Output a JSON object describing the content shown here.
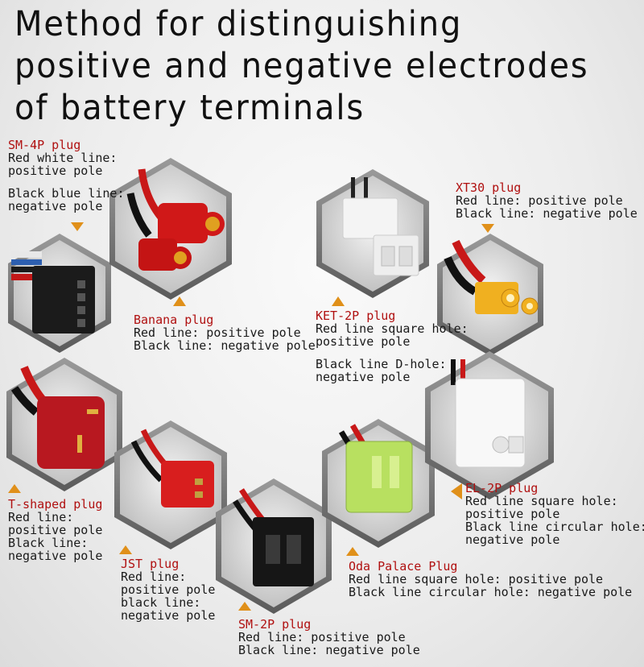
{
  "title": {
    "line1": "Method for distinguishing",
    "line2": "positive and negative electrodes",
    "line3": "of battery terminals"
  },
  "colors": {
    "label_red": "#b01010",
    "hex_dark": "#6b6b6b",
    "hex_light": "#a8a8a8"
  },
  "plugs": {
    "sm4p": {
      "name": "SM-4P plug",
      "l1": "Red white line:",
      "l2": "positive pole",
      "l3": "Black blue line:",
      "l4": "negative pole"
    },
    "banana": {
      "name": "Banana plug",
      "l1": "Red line: positive pole",
      "l2": "Black line: negative pole"
    },
    "ket2p": {
      "name": "KET-2P plug",
      "l1": "Red line square hole:",
      "l2": "positive pole",
      "l3": "Black line D-hole:",
      "l4": "negative pole"
    },
    "xt30": {
      "name": "XT30 plug",
      "l1": "Red line: positive pole",
      "l2": "Black  line: negative pole"
    },
    "tshaped": {
      "name": "T-shaped plug",
      "l1": "Red line:",
      "l2": "positive pole",
      "l3": "Black line:",
      "l4": "negative pole"
    },
    "jst": {
      "name": "JST plug",
      "l1": "Red line:",
      "l2": "positive pole",
      "l3": "black line:",
      "l4": "negative pole"
    },
    "sm2p": {
      "name": "SM-2P plug",
      "l1": "Red line: positive pole",
      "l2": "Black  line: negative pole"
    },
    "oda": {
      "name": "Oda Palace Plug",
      "l1": "Red line square hole: positive pole",
      "l2": "Black line circular hole: negative pole"
    },
    "el2p": {
      "name": "EL-2P plug",
      "l1": "Red line square hole:",
      "l2": "positive pole",
      "l3": "Black line circular hole:",
      "l4": "negative pole"
    }
  }
}
